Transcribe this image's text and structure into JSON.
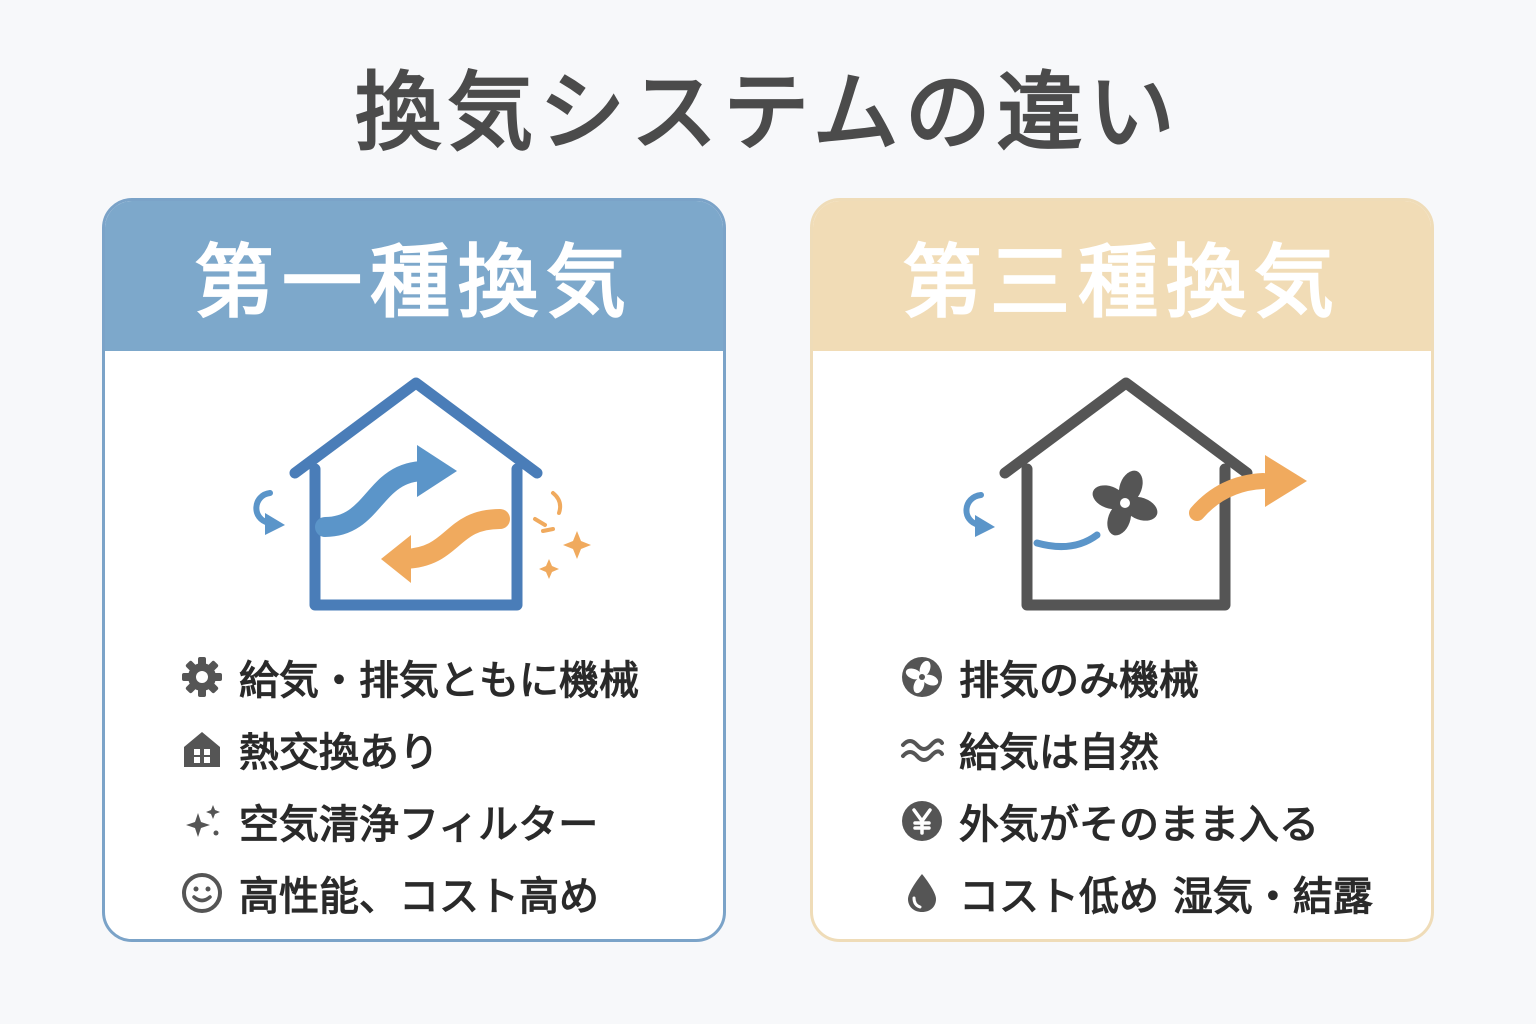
{
  "title": "換気システムの違い",
  "colors": {
    "blue": "#5b95c9",
    "blue_dark": "#4a7db8",
    "orange": "#f0aa5e",
    "gray": "#555555",
    "header_blue": "#7da8cb",
    "header_beige": "#f1dcb6"
  },
  "left_card": {
    "heading": "第一種換気",
    "illustration": "house-airflow-icon",
    "features": [
      {
        "icon": "gear-icon",
        "text": "給気・排気ともに機械"
      },
      {
        "icon": "house-icon",
        "text": "熱交換あり"
      },
      {
        "icon": "sparkle-icon",
        "text": "空気清浄フィルター"
      },
      {
        "icon": "smiley-icon",
        "text": "高性能、コスト高め"
      }
    ]
  },
  "right_card": {
    "heading": "第三種換気",
    "illustration": "house-fan-icon",
    "features": [
      {
        "icon": "fan-icon",
        "text": "排気のみ機械"
      },
      {
        "icon": "wave-icon",
        "text": "給気は自然"
      },
      {
        "icon": "yen-icon",
        "text": "外気がそのまま入る"
      },
      {
        "icon": "water-drop-icon",
        "text": "コスト低め 湿気・結露"
      }
    ]
  }
}
